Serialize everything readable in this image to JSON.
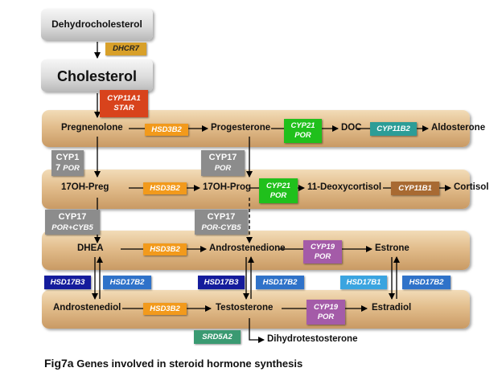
{
  "title": {
    "prefix": "Fig7a",
    "text": "Genes involved in steroid hormone synthesis"
  },
  "top": {
    "dehydrocholesterol": "Dehydrocholesterol",
    "dhcr7": "DHCR7",
    "cholesterol": "Cholesterol",
    "cyp11a1": "CYP11A1",
    "star": "STAR"
  },
  "row1": {
    "pregnenolone": "Pregnenolone",
    "hsd3b2": "HSD3B2",
    "progesterone": "Progesterone",
    "cyp21": "CYP21",
    "por": "POR",
    "doc": "DOC",
    "cyp11b2": "CYP11B2",
    "aldosterone": "Aldosterone"
  },
  "link12": {
    "cyp17_left_a": "CYP1",
    "cyp17_left_b": "7",
    "por_left": "POR",
    "cyp17_right": "CYP17",
    "por_right": "POR"
  },
  "row2": {
    "ohpreg": "17OH-Preg",
    "hsd3b2": "HSD3B2",
    "ohprog": "17OH-Prog",
    "cyp21": "CYP21",
    "por": "POR",
    "deoxycortisol": "11-Deoxycortisol",
    "cyp11b1": "CYP11B1",
    "cortisol": "Cortisol"
  },
  "link23": {
    "cyp17_left": "CYP17",
    "cofactor_left": "POR+CYB5",
    "cyp17_right": "CYP17",
    "cofactor_right": "POR-CYB5"
  },
  "row3": {
    "dhea": "DHEA",
    "hsd3b2": "HSD3B2",
    "androstenedione": "Androstenedione",
    "cyp19": "CYP19",
    "por": "POR",
    "estrone": "Estrone"
  },
  "hsd17": {
    "b3_left": "HSD17B3",
    "b2_left": "HSD17B2",
    "b3_mid": "HSD17B3",
    "b2_mid": "HSD17B2",
    "b1_right": "HSD17B1",
    "b2_right": "HSD17B2"
  },
  "row4": {
    "androstenediol": "Androstenediol",
    "hsd3b2": "HSD3B2",
    "testosterone": "Testosterone",
    "cyp19": "CYP19",
    "por": "POR",
    "estradiol": "Estradiol"
  },
  "bottom": {
    "srd5a2": "SRD5A2",
    "dht": "Dihydrotestosterone"
  },
  "colors": {
    "band": "#e2bd8c",
    "hsd3b2": "#f29a1c",
    "cyp21": "#20c01c",
    "cyp11b2": "#2c9d97",
    "cyp11b1": "#a86a32",
    "cyp19": "#a45ba8",
    "cyp17": "#8c8c8c",
    "hsd17b3": "#141c9c",
    "hsd17b2": "#2f72c9",
    "hsd17b1": "#3aa4e0",
    "srd5a2": "#3a9a72",
    "dhcr7": "#d8a02a",
    "cyp11a1": "#d8431c"
  }
}
